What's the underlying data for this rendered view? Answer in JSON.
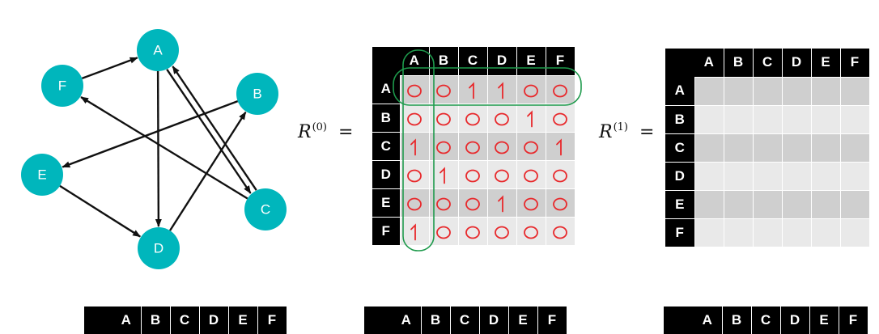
{
  "graph": {
    "nodes": [
      {
        "id": "A",
        "label": "A"
      },
      {
        "id": "B",
        "label": "B"
      },
      {
        "id": "C",
        "label": "C"
      },
      {
        "id": "D",
        "label": "D"
      },
      {
        "id": "E",
        "label": "E"
      },
      {
        "id": "F",
        "label": "F"
      }
    ],
    "edges": [
      {
        "from": "F",
        "to": "A"
      },
      {
        "from": "A",
        "to": "D"
      },
      {
        "from": "A",
        "to": "C"
      },
      {
        "from": "C",
        "to": "A"
      },
      {
        "from": "C",
        "to": "F"
      },
      {
        "from": "B",
        "to": "E"
      },
      {
        "from": "E",
        "to": "D"
      },
      {
        "from": "D",
        "to": "B"
      }
    ],
    "node_color": "#00b6bc"
  },
  "matrix_r0": {
    "symbol": "R",
    "superscript": "(0)",
    "equals": "=",
    "col_headers": [
      "A",
      "B",
      "C",
      "D",
      "E",
      "F"
    ],
    "row_headers": [
      "A",
      "B",
      "C",
      "D",
      "E",
      "F"
    ],
    "handwritten_values": [
      [
        "0",
        "0",
        "1",
        "1",
        "0",
        "0"
      ],
      [
        "0",
        "0",
        "0",
        "0",
        "1",
        "0"
      ],
      [
        "1",
        "0",
        "0",
        "0",
        "0",
        "1"
      ],
      [
        "0",
        "1",
        "0",
        "0",
        "0",
        "0"
      ],
      [
        "0",
        "0",
        "0",
        "1",
        "0",
        "0"
      ],
      [
        "1",
        "0",
        "0",
        "0",
        "0",
        "0"
      ]
    ],
    "ink_color": "#e8282b",
    "highlight_color": "#1e9a4c"
  },
  "matrix_r1": {
    "symbol": "R",
    "superscript": "(1)",
    "equals": "=",
    "col_headers": [
      "A",
      "B",
      "C",
      "D",
      "E",
      "F"
    ],
    "row_headers": [
      "A",
      "B",
      "C",
      "D",
      "E",
      "F"
    ]
  },
  "bottom_row": {
    "headers": [
      "A",
      "B",
      "C",
      "D",
      "E",
      "F"
    ]
  },
  "colors": {
    "header_bg": "#000000",
    "cell_dark": "#cfcfcf",
    "cell_light": "#e9e9e9"
  }
}
